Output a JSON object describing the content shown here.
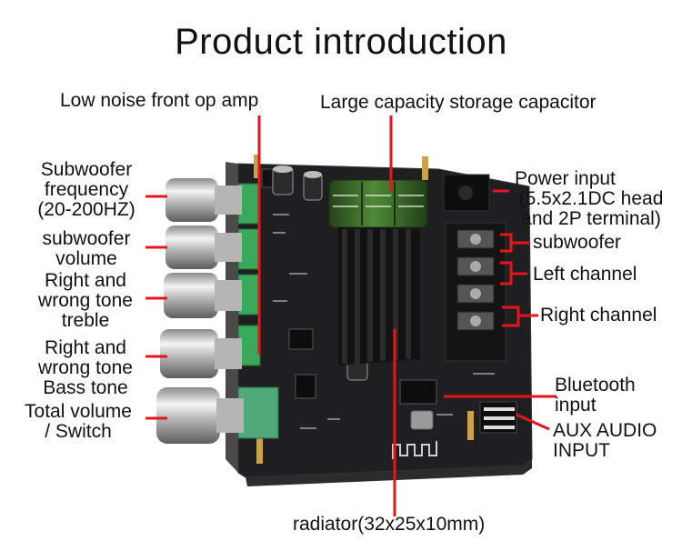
{
  "title": "Product introduction",
  "labels": {
    "front_op_amp": "Low noise front op amp",
    "storage_capacitor": "Large capacity storage capacitor",
    "sub_freq_1": "Subwoofer",
    "sub_freq_2": "frequency",
    "sub_freq_3": "(20-200HZ)",
    "sub_vol_1": "subwoofer",
    "sub_vol_2": "volume",
    "treble_1": "Right and",
    "treble_2": "wrong tone",
    "treble_3": "treble",
    "bass_1": "Right and",
    "bass_2": "wrong tone",
    "bass_3": "Bass tone",
    "total_1": "Total volume",
    "total_2": "/ Switch",
    "power_1": "Power input",
    "power_2": "(5.5x2.1DC head",
    "power_3": "and 2P terminal)",
    "subwoofer_out": "subwoofer",
    "left_channel": "Left channel",
    "right_channel": "Right channel",
    "bluetooth_1": "Bluetooth",
    "bluetooth_2": "input",
    "aux_1": "AUX AUDIO",
    "aux_2": "INPUT",
    "radiator": "radiator(32x25x10mm)"
  },
  "colors": {
    "pointer": "#e8141c",
    "pcb": "#1e1e20",
    "heatsink": "#141414",
    "capacitor": "#3d6b2a",
    "pot_green": "#3aa85a"
  }
}
